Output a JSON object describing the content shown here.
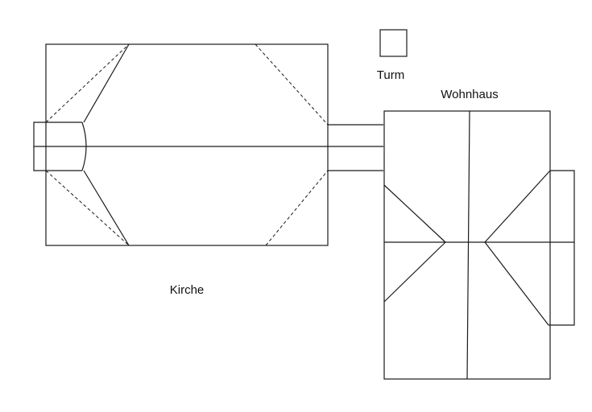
{
  "labels": {
    "tower": "Turm",
    "house": "Wohnhaus",
    "church": "Kirche"
  },
  "colors": {
    "line": "#1a1a1a",
    "background": "#ffffff"
  }
}
